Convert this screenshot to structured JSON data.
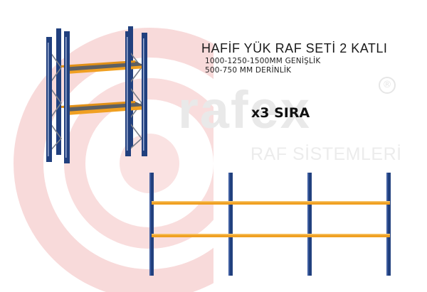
{
  "product": {
    "title": "HAFİF YÜK RAF SETİ 2 KATLI",
    "width_spec": "1000-1250-1500MM GENİŞLİK",
    "depth_spec": "500-750 MM DERİNLİK",
    "quantity": "x3 SIRA"
  },
  "brand": {
    "name": "rafex",
    "tagline": "RAF SİSTEMLERİ",
    "registered": "®"
  },
  "colors": {
    "upright": "#21407e",
    "beam": "#f0a022",
    "shelf": "#5d5f63",
    "watermark": "#f6d4d4",
    "brand_text": "#e9e9e9"
  }
}
